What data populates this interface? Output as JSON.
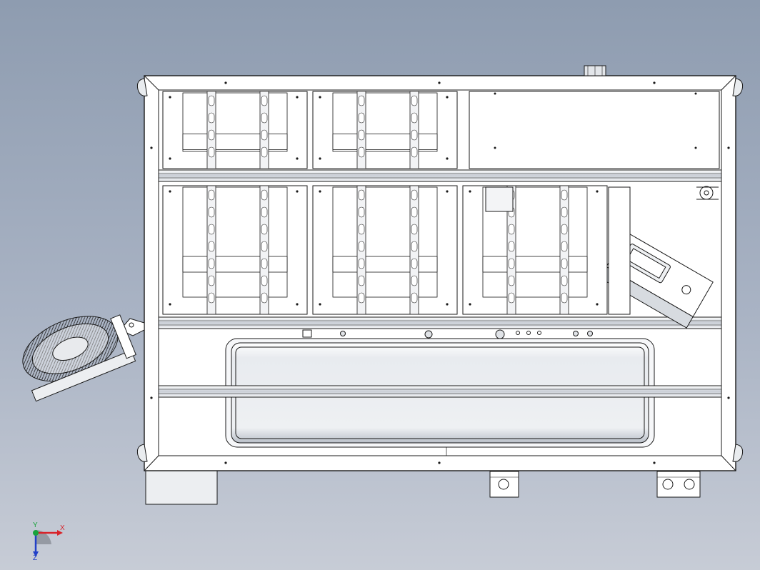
{
  "viewport": {
    "background_top": "#8e9cb0",
    "background_bottom": "#c7ccd6",
    "model_line_color": "#1a1a1a",
    "model_fill_color": "#ffffff",
    "shade_color": "#d9dde3"
  },
  "triad": {
    "x_label": "X",
    "y_label": "Y",
    "z_label": "Z",
    "x_color": "#d8232a",
    "y_color": "#1aa33c",
    "z_color": "#2240c8"
  }
}
